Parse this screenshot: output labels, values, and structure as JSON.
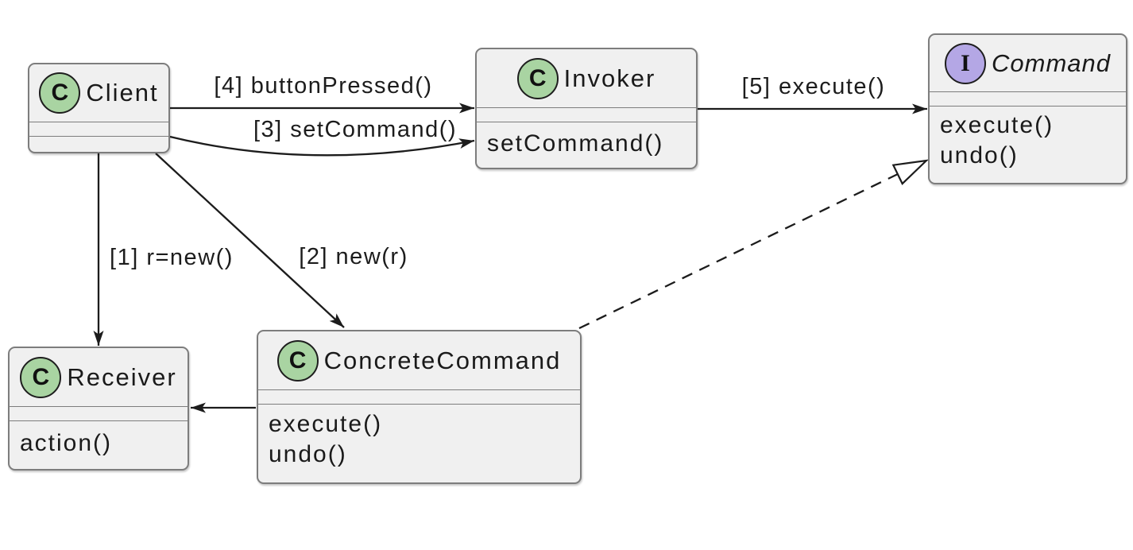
{
  "diagram": {
    "kind": "uml-class-diagram",
    "background": "#ffffff"
  },
  "colors": {
    "box_fill": "#f0f0f0",
    "box_border": "#7d7d7d",
    "class_badge_fill": "#a9d4a2",
    "interface_badge_fill": "#b4a7e5",
    "badge_border": "#1e1e1e",
    "line_color": "#1c1c1c",
    "text_color": "#1a1a1a"
  },
  "classes": {
    "client": {
      "badge": "C",
      "name": "Client",
      "methods": []
    },
    "invoker": {
      "badge": "C",
      "name": "Invoker",
      "methods": [
        "setCommand()"
      ]
    },
    "command": {
      "badge": "I",
      "name": "Command",
      "methods": [
        "execute()",
        "undo()"
      ]
    },
    "receiver": {
      "badge": "C",
      "name": "Receiver",
      "methods": [
        "action()"
      ]
    },
    "concrete_command": {
      "badge": "C",
      "name": "ConcreteCommand",
      "methods": [
        "execute()",
        "undo()"
      ]
    }
  },
  "edges": {
    "r_new": {
      "label": "[1] r=new()",
      "from": "Client",
      "to": "Receiver",
      "style": "solid-filled-arrow"
    },
    "new_r": {
      "label": "[2] new(r)",
      "from": "Client",
      "to": "ConcreteCommand",
      "style": "solid-filled-arrow"
    },
    "set_command": {
      "label": "[3] setCommand()",
      "from": "Client",
      "to": "Invoker",
      "style": "solid-filled-arrow-curved"
    },
    "button_pressed": {
      "label": "[4] buttonPressed()",
      "from": "Client",
      "to": "Invoker",
      "style": "solid-filled-arrow"
    },
    "execute": {
      "label": "[5] execute()",
      "from": "Invoker",
      "to": "Command",
      "style": "solid-filled-arrow"
    },
    "uses_receiver": {
      "label": "",
      "from": "ConcreteCommand",
      "to": "Receiver",
      "style": "solid-filled-arrow"
    },
    "realizes": {
      "label": "",
      "from": "ConcreteCommand",
      "to": "Command",
      "style": "dashed-hollow-triangle"
    }
  }
}
